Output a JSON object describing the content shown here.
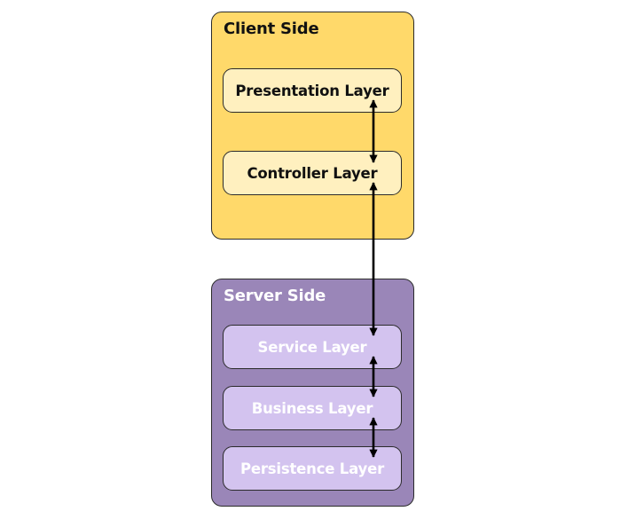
{
  "client": {
    "title": "Client Side",
    "layers": [
      "Presentation Layer",
      "Controller Layer"
    ]
  },
  "server": {
    "title": "Server Side",
    "layers": [
      "Service Layer",
      "Business Layer",
      "Persistence Layer"
    ]
  },
  "colors": {
    "client_group_fill": "#ffd96a",
    "client_layer_fill": "#fff0bf",
    "server_group_fill": "#9a86b8",
    "server_layer_fill": "#d3c3ef",
    "connector": "#000000"
  },
  "connectors": [
    {
      "from": "Presentation Layer",
      "to": "Controller Layer",
      "direction": "bidirectional"
    },
    {
      "from": "Controller Layer",
      "to": "Service Layer",
      "direction": "bidirectional"
    },
    {
      "from": "Service Layer",
      "to": "Business Layer",
      "direction": "bidirectional"
    },
    {
      "from": "Business Layer",
      "to": "Persistence Layer",
      "direction": "bidirectional"
    }
  ]
}
